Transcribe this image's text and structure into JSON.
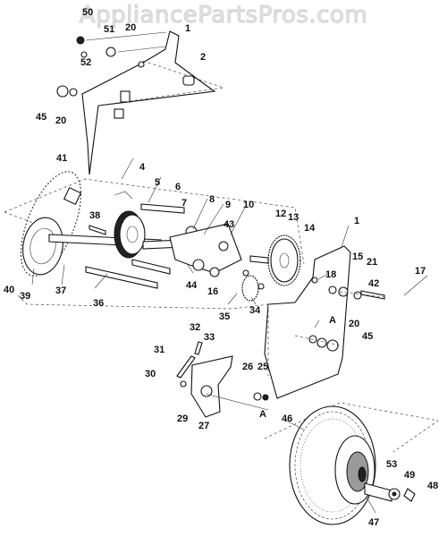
{
  "watermark": "AppliancePartsPros.com",
  "callouts": [
    "50",
    "51",
    "20",
    "1",
    "52",
    "2",
    "45",
    "20",
    "41",
    "4",
    "5",
    "6",
    "38",
    "7",
    "8",
    "9",
    "10",
    "43",
    "12",
    "13",
    "14",
    "1",
    "15",
    "21",
    "17",
    "42",
    "18",
    "40",
    "39",
    "37",
    "36",
    "44",
    "16",
    "35",
    "34",
    "A",
    "20",
    "45",
    "32",
    "33",
    "31",
    "30",
    "26",
    "25",
    "29",
    "27",
    "A",
    "46",
    "53",
    "49",
    "48",
    "47"
  ]
}
